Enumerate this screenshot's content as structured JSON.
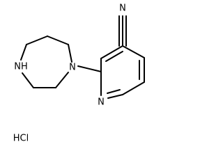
{
  "molecule": {
    "atoms": {
      "nitrile_n": "N",
      "diazepane_n": "N",
      "amine_nh": "NH",
      "pyridine_n": "N"
    },
    "salt": "HCl"
  },
  "colors": {
    "bond": "#000000",
    "text": "#000000",
    "background": "#ffffff"
  }
}
